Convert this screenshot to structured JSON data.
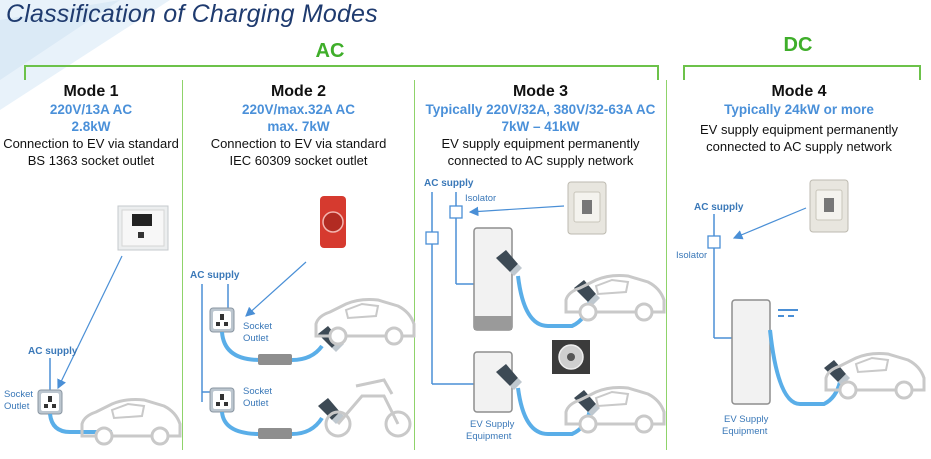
{
  "title": "Classification of Charging Modes",
  "groups": {
    "ac": "AC",
    "dc": "DC"
  },
  "modes": [
    {
      "name": "Mode 1",
      "spec1": "220V/13A AC",
      "spec2": "2.8kW",
      "desc1": "Connection to EV via standard",
      "desc2": "BS 1363 socket outlet"
    },
    {
      "name": "Mode 2",
      "spec1": "220V/max.32A AC",
      "spec2": "max. 7kW",
      "desc1": "Connection to EV via standard",
      "desc2": "IEC 60309 socket outlet"
    },
    {
      "name": "Mode 3",
      "spec1": "Typically 220V/32A, 380V/32-63A AC",
      "spec2": "7kW – 41kW",
      "desc1": "EV supply equipment permanently",
      "desc2": "connected to AC supply network"
    },
    {
      "name": "Mode 4",
      "spec1": "Typically 24kW or more",
      "spec2": "",
      "desc1": "EV supply equipment permanently",
      "desc2": "connected to AC supply network"
    }
  ],
  "labels": {
    "ac_supply": "AC supply",
    "socket": "Socket",
    "outlet": "Outlet",
    "isolator": "Isolator",
    "ev_supply": "EV Supply",
    "equipment": "Equipment"
  },
  "colors": {
    "title": "#1f3b6f",
    "green": "#3fae2a",
    "blue": "#4a90d9",
    "cable": "#5aaee8"
  }
}
